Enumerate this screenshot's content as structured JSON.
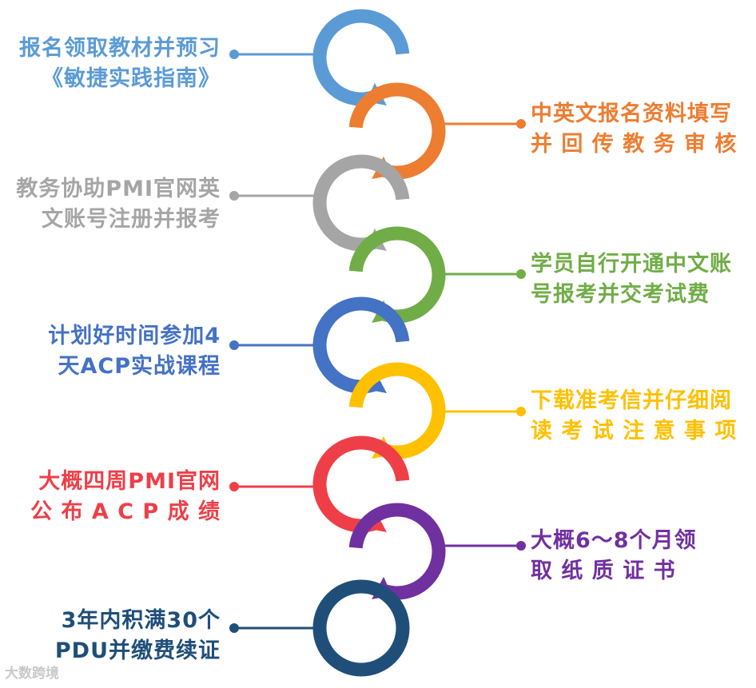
{
  "steps": [
    {
      "lines": [
        "报名领取教材并预习",
        "《敏捷实践指南》"
      ],
      "color": "#5b9bd5",
      "side": "left"
    },
    {
      "lines": [
        "中英文报名资料填写",
        "并 回 传 教 务 审 核"
      ],
      "color": "#ed7d31",
      "side": "right"
    },
    {
      "lines": [
        "教务协助PMI官网英",
        "文账号注册并报考"
      ],
      "color": "#a5a5a5",
      "side": "left"
    },
    {
      "lines": [
        "学员自行开通中文账",
        "号报考并交考试费"
      ],
      "color": "#70ad47",
      "side": "right"
    },
    {
      "lines": [
        "计划好时间参加4",
        "天ACP实战课程"
      ],
      "color": "#4472c4",
      "side": "left"
    },
    {
      "lines": [
        "下载准考信并仔细阅",
        "读 考 试 注 意 事 项"
      ],
      "color": "#ffc000",
      "side": "right"
    },
    {
      "lines": [
        "大概四周PMI官网",
        "公 布 A C P 成 绩"
      ],
      "color": "#ee3f48",
      "side": "left"
    },
    {
      "lines": [
        "大概6～8个月领",
        "取 纸 质 证 书"
      ],
      "color": "#7030a0",
      "side": "right"
    },
    {
      "lines": [
        "3年内积满30个",
        "PDU并缴费续证"
      ],
      "color": "#1f4e79",
      "side": "left"
    }
  ],
  "watermark": "大数跨境"
}
